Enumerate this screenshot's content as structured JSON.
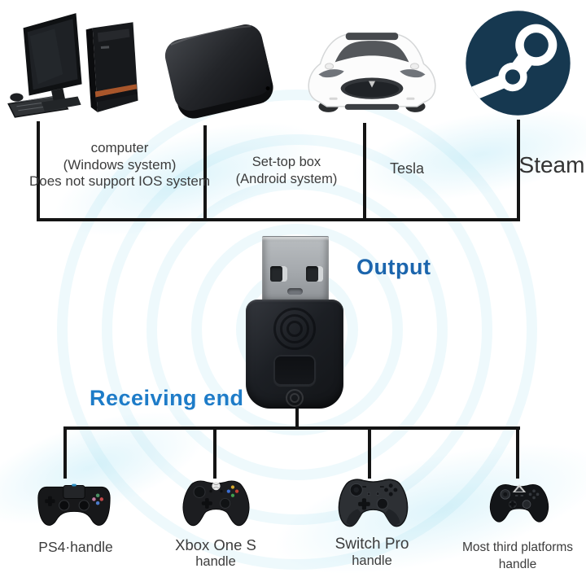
{
  "diagram": {
    "title_context": "USB wireless receiver connection diagram",
    "output_label": "Output",
    "receiving_label": "Receiving end",
    "palette": {
      "output_blue": "#1b65ad",
      "receiving_blue": "#1e7cc8",
      "steam_navy": "#163850",
      "line_color": "#141414",
      "label_gray": "#3c3c3c",
      "wave_cyan": "#bfe6f2",
      "tesla_body": "#fdfdfd",
      "device_black": "#17191c",
      "usb_metal": "#a8acb0"
    },
    "sources": [
      {
        "icon": "desktop-computer-image",
        "line1": "computer",
        "line2": "(Windows system)",
        "line3": "Does not support IOS system"
      },
      {
        "icon": "set-top-box-image",
        "line1": "Set-top box",
        "line2": "(Android system)"
      },
      {
        "icon": "tesla-car-image",
        "line1": "Tesla"
      },
      {
        "icon": "steam-logo-icon",
        "line1": "Steam"
      }
    ],
    "receivers": [
      {
        "icon": "ps4-controller-image",
        "line1": "PS4·handle"
      },
      {
        "icon": "xbox-one-s-controller-image",
        "line1": "Xbox One S",
        "line2": "handle"
      },
      {
        "icon": "switch-pro-controller-image",
        "line1": "Switch Pro",
        "line2": "handle"
      },
      {
        "icon": "third-party-controller-image",
        "line1": "Most third platforms",
        "line2": "handle"
      }
    ]
  }
}
